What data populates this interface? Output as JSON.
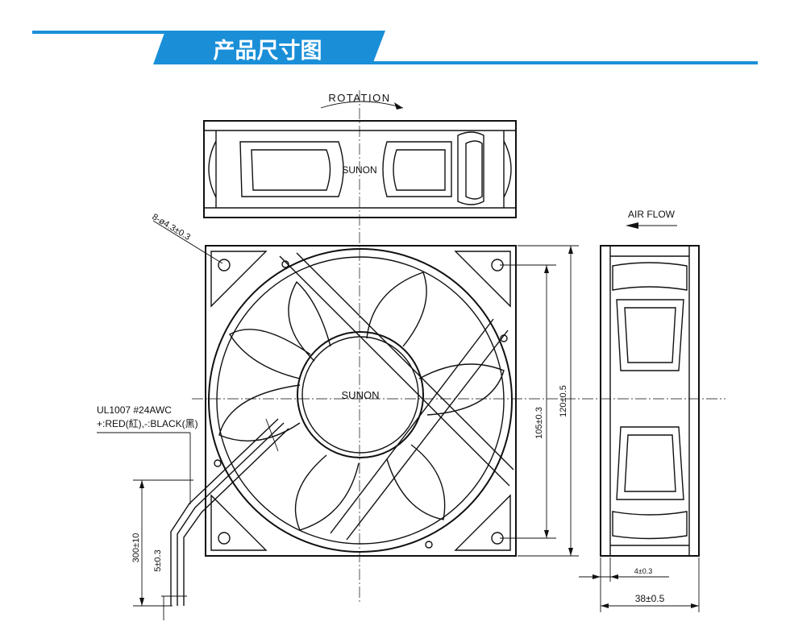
{
  "header": {
    "title": "产品尺寸图",
    "accent_color": "#1a8fd8"
  },
  "drawing": {
    "rotation_label": "ROTATION",
    "brand_top": "SUNON",
    "brand_hub": "SUNON",
    "airflow_label": "AIR FLOW",
    "hole_callout": "8-ø4.3±0.3",
    "wire_spec_line1": "UL1007 #24AWC",
    "wire_spec_line2": "+:RED(紅),-:BLACK(黑)",
    "dim_hole_pitch": "105±0.3",
    "dim_frame_size": "120±0.5",
    "dim_lead_length": "300±10",
    "dim_lead_strip": "5±0.3",
    "dim_flange": "4±0.3",
    "dim_depth": "38±0.5"
  }
}
